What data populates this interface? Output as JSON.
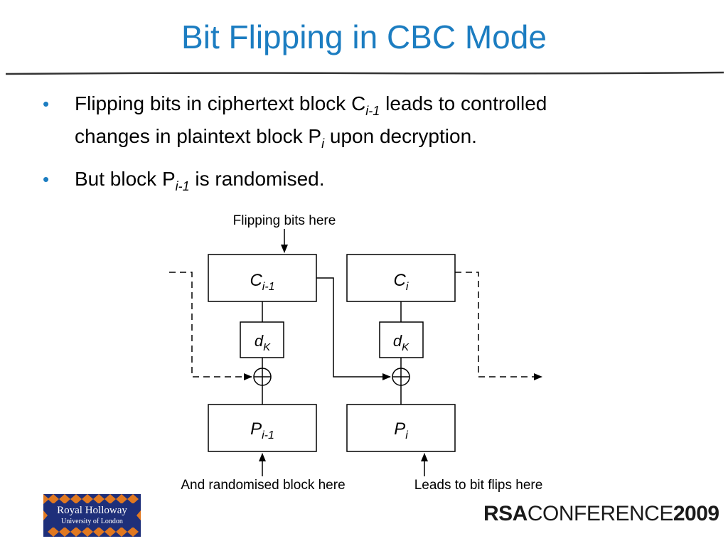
{
  "title": "Bit Flipping in CBC Mode",
  "bullets": [
    {
      "symbol": "•",
      "line1_a": "Flipping bits in ciphertext block C",
      "line1_sub": "i-1",
      "line1_b": " leads to controlled",
      "line2_a": "changes in plaintext block P",
      "line2_sub": "i",
      "line2_b": " upon decryption."
    },
    {
      "symbol": "•",
      "text_a": "But block P",
      "text_sub": "i-1",
      "text_b": " is randomised."
    }
  ],
  "diagram": {
    "annotation_top": "Flipping bits here",
    "annotation_bottom_left": "And randomised block here",
    "annotation_bottom_right": "Leads to bit flips here",
    "blocks": {
      "c_prev": {
        "main": "C",
        "sub": "i-1"
      },
      "c_cur": {
        "main": "C",
        "sub": "i"
      },
      "d_left": {
        "main": "d",
        "sub": "K"
      },
      "d_right": {
        "main": "d",
        "sub": "K"
      },
      "p_prev": {
        "main": "P",
        "sub": "i-1"
      },
      "p_cur": {
        "main": "P",
        "sub": "i"
      }
    }
  },
  "footer": {
    "rhul_line1": "Royal Holloway",
    "rhul_line2": "University of London",
    "rsa_brand": "RSA",
    "rsa_conference": "CONFERENCE",
    "rsa_year": "2009"
  },
  "colors": {
    "title": "#1c7dc1",
    "bullet": "#1c7dc1",
    "rhul_blue": "#1e2f7a",
    "rhul_orange": "#e07820"
  }
}
